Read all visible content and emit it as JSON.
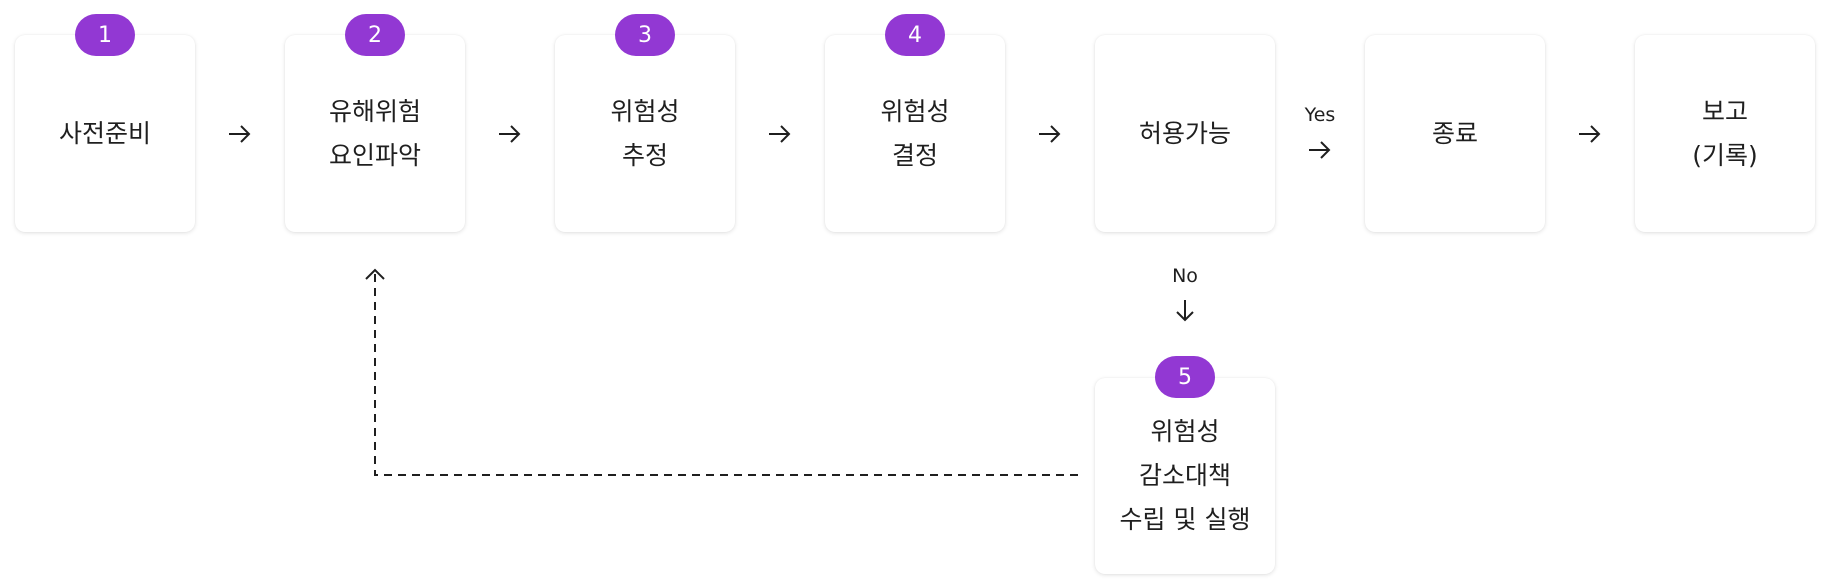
{
  "steps": [
    {
      "badge": "1",
      "label": "사전준비"
    },
    {
      "badge": "2",
      "label_line1": "유해위험",
      "label_line2": "요인파악"
    },
    {
      "badge": "3",
      "label_line1": "위험성",
      "label_line2": "추정"
    },
    {
      "badge": "4",
      "label_line1": "위험성",
      "label_line2": "결정"
    },
    {
      "label": "허용가능"
    },
    {
      "label": "종료"
    },
    {
      "label_line1": "보고",
      "label_line2": "(기록)"
    },
    {
      "badge": "5",
      "label_line1": "위험성",
      "label_line2": "감소대책",
      "label_line3": "수립 및 실행"
    }
  ],
  "edges": {
    "yes_label": "Yes",
    "no_label": "No"
  },
  "colors": {
    "badge": "#9238d3",
    "text": "#1f1f1f",
    "node_bg": "#ffffff"
  }
}
